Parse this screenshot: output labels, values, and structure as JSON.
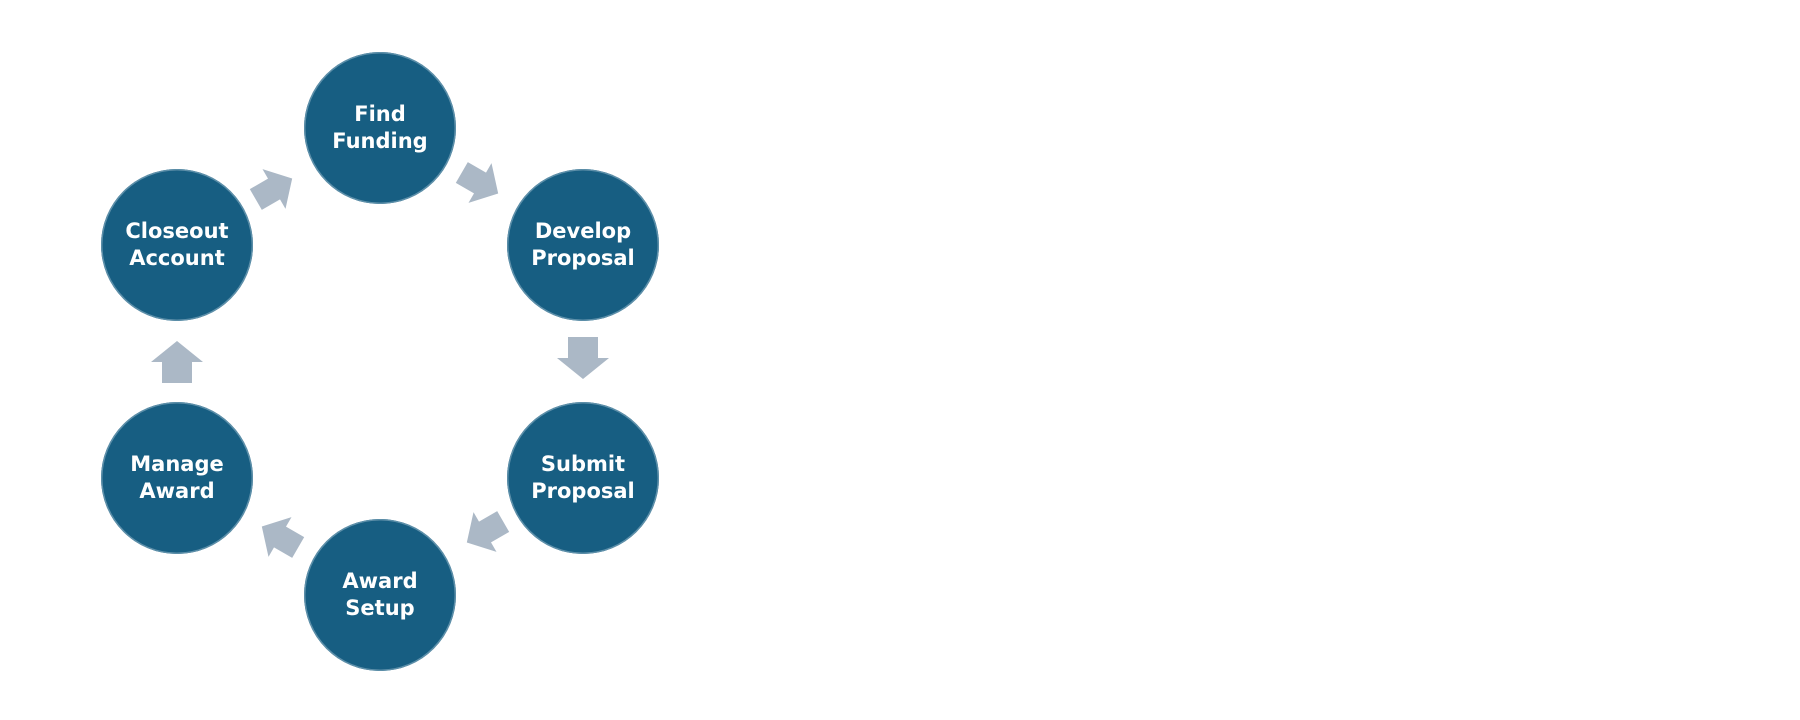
{
  "diagram": {
    "colors": {
      "node_fill": "#175e82",
      "arrow_fill": "#abb8c6"
    },
    "nodes": [
      {
        "id": "find-funding",
        "label": "Find\nFunding"
      },
      {
        "id": "develop-proposal",
        "label": "Develop\nProposal"
      },
      {
        "id": "submit-proposal",
        "label": "Submit\nProposal"
      },
      {
        "id": "award-setup",
        "label": "Award\nSetup"
      },
      {
        "id": "manage-award",
        "label": "Manage\nAward"
      },
      {
        "id": "closeout-account",
        "label": "Closeout\nAccount"
      }
    ],
    "arrows": [
      {
        "from": "find-funding",
        "to": "develop-proposal"
      },
      {
        "from": "develop-proposal",
        "to": "submit-proposal"
      },
      {
        "from": "submit-proposal",
        "to": "award-setup"
      },
      {
        "from": "award-setup",
        "to": "manage-award"
      },
      {
        "from": "manage-award",
        "to": "closeout-account"
      },
      {
        "from": "closeout-account",
        "to": "find-funding"
      }
    ]
  }
}
